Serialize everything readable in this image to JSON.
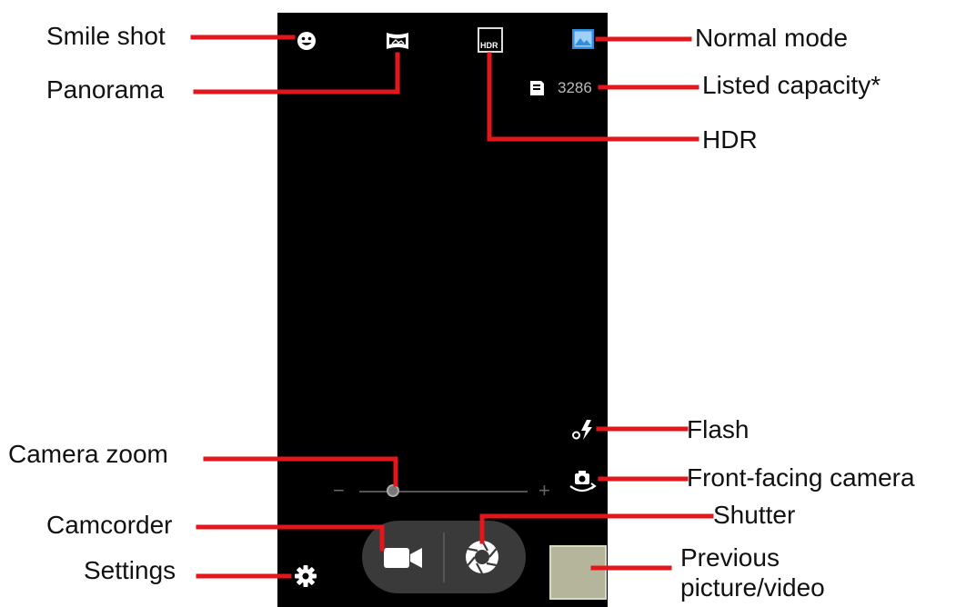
{
  "labels": {
    "smile_shot": "Smile shot",
    "panorama": "Panorama",
    "normal_mode": "Normal mode",
    "listed_capacity": "Listed capacity*",
    "hdr": "HDR",
    "flash": "Flash",
    "camera_zoom": "Camera zoom",
    "front_facing_camera": "Front-facing camera",
    "shutter": "Shutter",
    "camcorder": "Camcorder",
    "settings": "Settings",
    "previous_line1": "Previous",
    "previous_line2": "picture/video"
  },
  "screen": {
    "storage_count": "3286",
    "hdr_icon_text": "HDR",
    "zoom_minus": "−",
    "zoom_plus": "+",
    "zoom_level": 0.2
  },
  "icons": {
    "smile_shot": "smile-icon",
    "panorama": "panorama-icon",
    "hdr": "hdr-icon",
    "normal_mode": "picture-icon",
    "storage": "memory-card-icon",
    "flash": "flash-auto-icon",
    "front_camera": "camera-switch-icon",
    "camcorder": "video-camera-icon",
    "shutter": "aperture-icon",
    "settings": "gear-icon"
  },
  "colors": {
    "callout_line": "#e3161b",
    "screen_bg": "#000000",
    "normal_mode_accent": "#2f8ee0",
    "label_text": "#111111"
  }
}
